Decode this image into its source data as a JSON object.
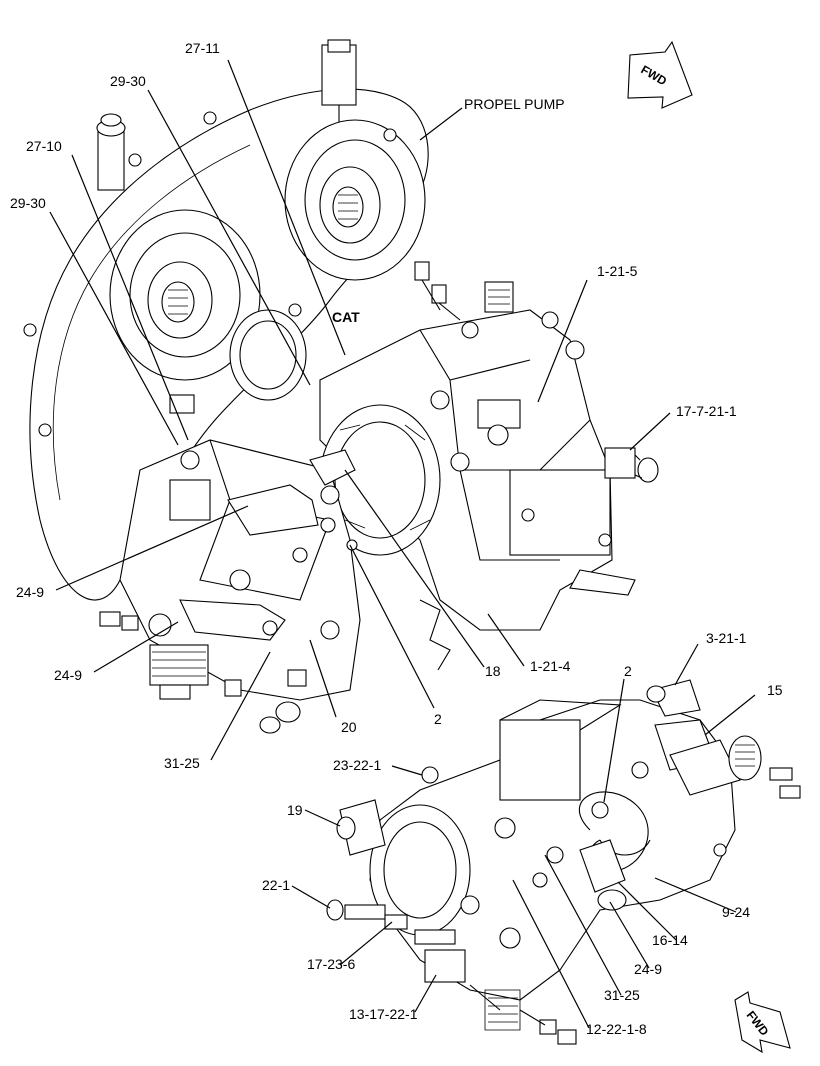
{
  "labels": {
    "propel_pump": "PROPEL PUMP",
    "fwd_top": "FWD",
    "fwd_bottom": "FWD",
    "l_27_11": "27-11",
    "l_29_30_a": "29-30",
    "l_27_10": "27-10",
    "l_29_30_b": "29-30",
    "l_1_21_5": "1-21-5",
    "l_17_7_21_1": "17-7-21-1",
    "l_24_9_a": "24-9",
    "l_24_9_b": "24-9",
    "l_31_25_a": "31-25",
    "l_20": "20",
    "l_2_a": "2",
    "l_18": "18",
    "l_1_21_4": "1-21-4",
    "l_2_b": "2",
    "l_3_21_1": "3-21-1",
    "l_15": "15",
    "l_23_22_1": "23-22-1",
    "l_19": "19",
    "l_22_1": "22-1",
    "l_17_23_6": "17-23-6",
    "l_13_17_22_1": "13-17-22-1",
    "l_12_22_1_8": "12-22-1-8",
    "l_31_25_b": "31-25",
    "l_24_9_c": "24-9",
    "l_16_14": "16-14",
    "l_9_24": "9-24",
    "logo": "CAT"
  }
}
